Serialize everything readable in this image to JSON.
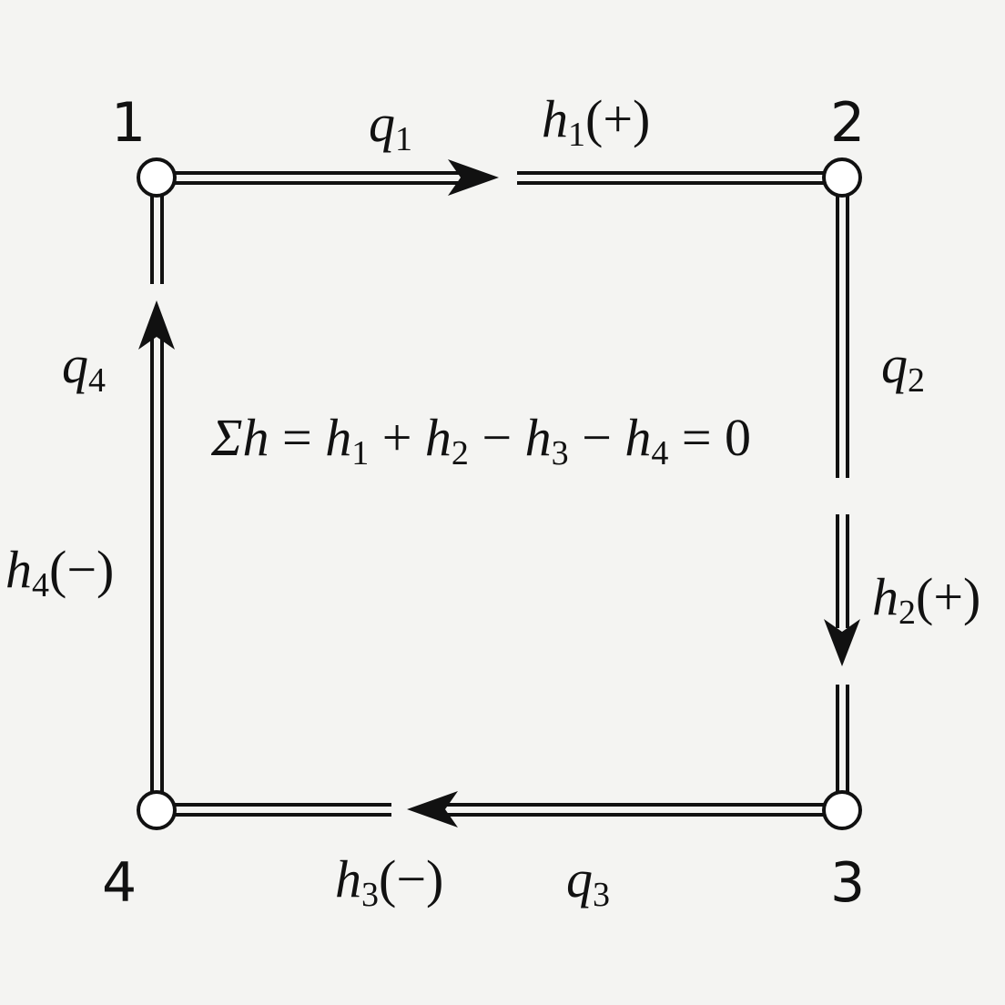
{
  "nodes": [
    "1",
    "2",
    "3",
    "4"
  ],
  "pipes": [
    {
      "flow": {
        "var": "q",
        "sub": "1"
      },
      "head": {
        "var": "h",
        "sub": "1",
        "sign": "(+)"
      }
    },
    {
      "flow": {
        "var": "q",
        "sub": "2"
      },
      "head": {
        "var": "h",
        "sub": "2",
        "sign": "(+)"
      }
    },
    {
      "flow": {
        "var": "q",
        "sub": "3"
      },
      "head": {
        "var": "h",
        "sub": "3",
        "sign": "(−)"
      }
    },
    {
      "flow": {
        "var": "q",
        "sub": "4"
      },
      "head": {
        "var": "h",
        "sub": "4",
        "sign": "(−)"
      }
    }
  ],
  "equation": {
    "lhs": "Σh",
    "eq": " = ",
    "t1": "h",
    "s1": "1",
    "op1": " + ",
    "t2": "h",
    "s2": "2",
    "op2": " − ",
    "t3": "h",
    "s3": "3",
    "op3": " − ",
    "t4": "h",
    "s4": "4",
    "rhs": " = 0"
  }
}
